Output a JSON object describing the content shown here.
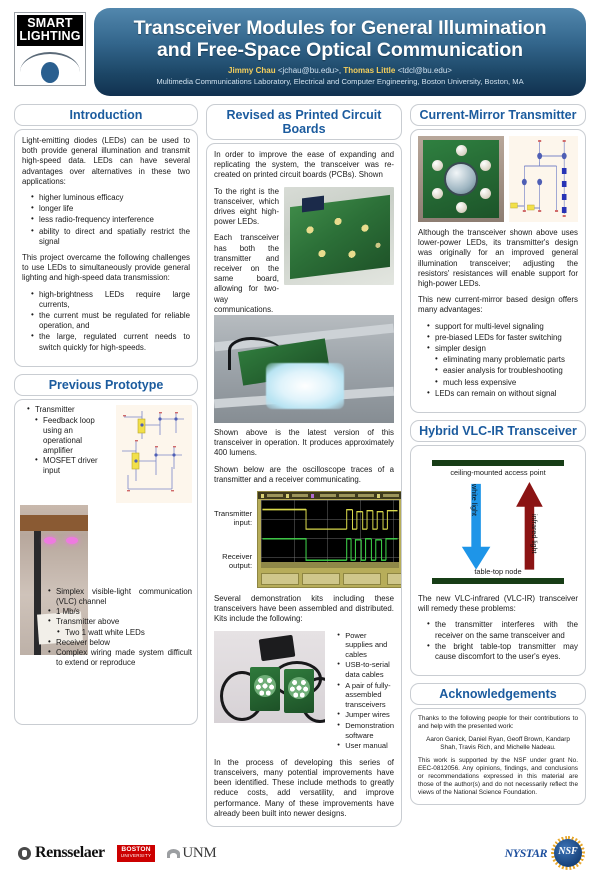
{
  "header": {
    "logo": {
      "line1": "SMART",
      "line2": "LIGHTING"
    },
    "title_line1": "Transceiver Modules for General Illumination",
    "title_line2": "and Free-Space Optical Communication",
    "author1_name": "Jimmy Chau",
    "author1_email": "<jchau@bu.edu>,",
    "author2_name": "Thomas Little",
    "author2_email": "<tdcl@bu.edu>",
    "affiliation": "Multimedia Communications Laboratory, Electrical and Computer Engineering, Boston University, Boston, MA"
  },
  "intro": {
    "heading": "Introduction",
    "p1": "Light-emitting diodes (LEDs) can be used to both provide general illumination and transmit high-speed data.  LEDs can have several advantages over alternatives in these two applications:",
    "bullets": [
      "higher luminous efficacy",
      "longer life",
      "less radio-frequency interference",
      "ability to direct and spatially restrict the signal"
    ],
    "p2": "This project overcame the following challenges to use LEDs to simultaneously provide general lighting and high-speed data transmission:",
    "bullets2": [
      "high-brightness LEDs require large currents,",
      "the current must be regulated for reliable operation, and",
      "the large, regulated current needs to switch quickly for high-speeds."
    ]
  },
  "prototype": {
    "heading": "Previous Prototype",
    "tx_label": "Transmitter",
    "tx_sub": [
      "Feedback loop using an operational amplifier",
      "MOSFET driver input"
    ],
    "bullets": [
      "Simplex visible-light communication (VLC) channel",
      "1 Mb/s",
      "Transmitter above",
      "Receiver below",
      "Complex wiring made system difficult to extend or reproduce"
    ],
    "sub_led": "Two 1 watt white LEDs"
  },
  "pcb": {
    "heading": "Revised as Printed Circuit Boards",
    "p1": "In order to improve the ease of expanding and replicating the system, the transceiver was re-created on printed circuit boards (PCBs).  Shown",
    "p2": "To the right is the transceiver, which drives eight high-power LEDs.",
    "p3": "Each transceiver has both the transmitter and receiver on the same board, allowing for two-way communications.",
    "caption1": "Shown above is the latest version of this transceiver in operation.  It produces approximately 400 lumens.",
    "caption2": "Shown below are the oscilloscope traces of a transmitter and a receiver communicating.",
    "scope_label_tx": "Transmitter input:",
    "scope_label_rx": "Receiver output:",
    "kits_intro": "Several demonstration kits including these transceivers have been assembled and distributed.  Kits include the following:",
    "kit_items": [
      "Power supplies and cables",
      "USB-to-serial data cables",
      "A pair of fully-assembled transceivers",
      "Jumper wires",
      "Demonstration software",
      "User manual"
    ],
    "closing": "In the process of developing this series of transceivers, many potential improvements have been identified.  These include methods to greatly reduce costs, add versatility, and improve performance.  Many of these improvements have already been built into newer designs."
  },
  "current_mirror": {
    "heading": "Current-Mirror Transmitter",
    "p1": "Although the transceiver shown above uses lower-power LEDs, its transmitter's design was originally for an improved general illumination transceiver; adjusting the resistors' resistances will enable support for high-power LEDs.",
    "p2": "This new current-mirror based design offers many advantages:",
    "bullets": [
      "support for multi-level signaling",
      "pre-biased LEDs for faster switching",
      "simpler design",
      "LEDs can remain on without signal"
    ],
    "sub_bullets": [
      "eliminating many problematic parts",
      "easier analysis for troubleshooting",
      "much less expensive"
    ]
  },
  "hybrid": {
    "heading": "Hybrid VLC-IR Transceiver",
    "label_top": "ceiling-mounted access point",
    "label_bottom": "table-top node",
    "label_down_arrow": "white light",
    "label_up_arrow": "infrared light",
    "color_down_arrow": "#1e95e8",
    "color_up_arrow": "#8b1414",
    "color_bars": "#173d16",
    "p1": "The new VLC-infrared (VLC-IR) transceiver will remedy these problems:",
    "bullets": [
      "the transmitter interferes with the receiver on the same transceiver and",
      "the bright table-top transmitter may cause discomfort to the user's eyes."
    ]
  },
  "acknowledgements": {
    "heading": "Acknowledgements",
    "p1": "Thanks to the following people for their contributions to and help with the presented work:",
    "names": "Aaron Ganick, Daniel Ryan, Geoff Brown, Kandarp Shah, Travis Rich, and Michelle Nadeau.",
    "p2": "This work is supported by the NSF under grant No. EEC-0812056.  Any opinions, findings, and conclusions or recommendations expressed in this material are those of the author(s) and do not necessarily reflect the views of the National Science Foundation."
  },
  "footer": {
    "rensselaer": "Rensselaer",
    "bu_line1": "BOSTON",
    "bu_line2": "UNIVERSITY",
    "unm": "UNM",
    "nystar": "NYSTAR",
    "nsf": "NSF"
  },
  "theme": {
    "heading_color": "#1b5b9e",
    "title_gradient_top": "#5287ad",
    "title_gradient_bottom": "#113150",
    "author_color": "#f0c34a"
  }
}
